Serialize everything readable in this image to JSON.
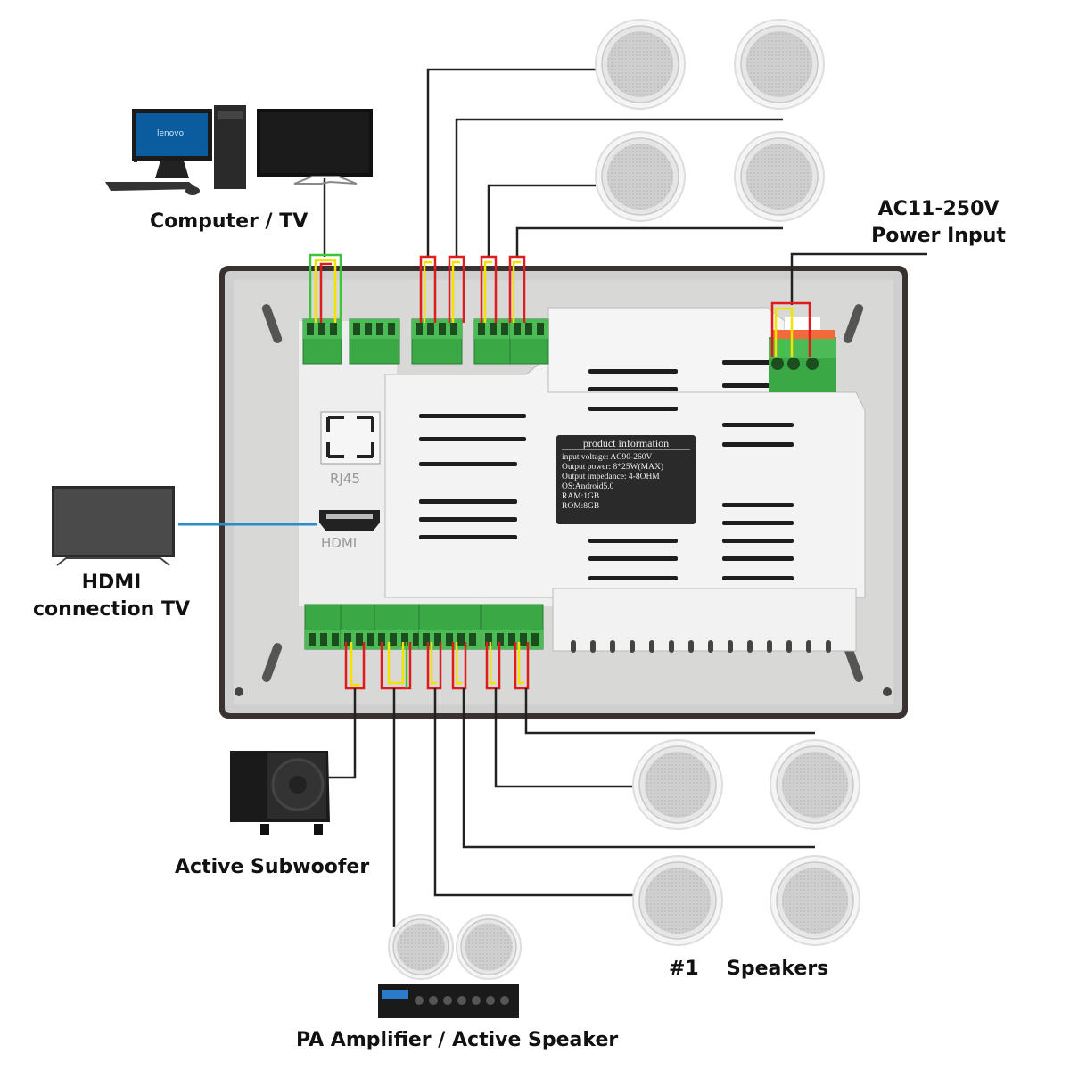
{
  "labels": {
    "computer_tv": "Computer / TV",
    "power_line1": "AC11-250V",
    "power_line2": "Power Input",
    "hdmi_line1": "HDMI",
    "hdmi_line2": "connection TV",
    "subwoofer": "Active Subwoofer",
    "pa": "PA Amplifier / Active Speaker",
    "num1": "#1",
    "speakers": "Speakers"
  },
  "panel": {
    "rj45": "RJ45",
    "hdmi": "HDMI",
    "monitor_brand": "lenovo"
  },
  "product_info": {
    "title": "product information",
    "lines": [
      "input voltage: AC90-260V",
      "Output power: 8*25W(MAX)",
      "Output impedance: 4-8OHM",
      "OS:Android5.0",
      "RAM:1GB",
      "ROM:8GB"
    ]
  },
  "colors": {
    "wire_red": "#e01b1b",
    "wire_yellow": "#f2e200",
    "wire_green": "#3cc43c",
    "terminal_green": "#3aa845",
    "hdmi_line": "#2a8fc9"
  }
}
